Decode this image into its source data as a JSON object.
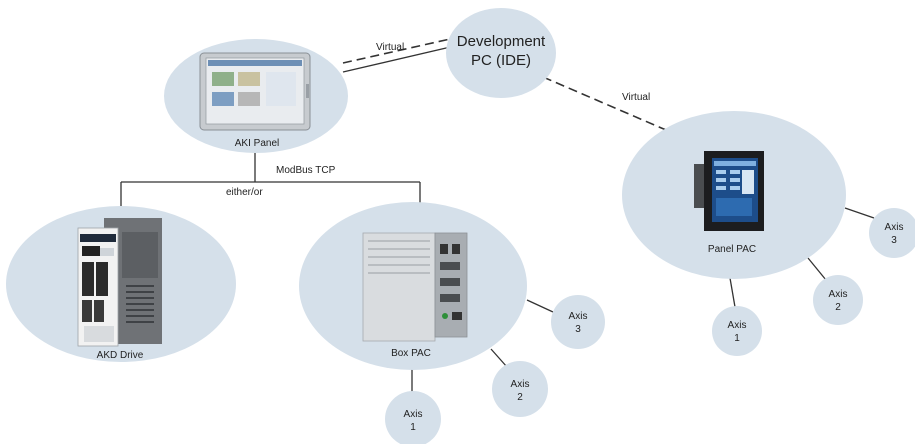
{
  "diagram": {
    "nodes": {
      "dev_pc": {
        "line1": "Development",
        "line2": "PC (IDE)"
      },
      "aki_panel": {
        "label": "AKI Panel"
      },
      "akd_drive": {
        "label": "AKD Drive"
      },
      "box_pac": {
        "label": "Box PAC"
      },
      "panel_pac": {
        "label": "Panel PAC"
      }
    },
    "edges": {
      "virtual_top": "Virtual",
      "virtual_right": "Virtual",
      "modbus": "ModBus TCP",
      "either_or": "either/or"
    },
    "axes": {
      "box": [
        {
          "word": "Axis",
          "num": "1"
        },
        {
          "word": "Axis",
          "num": "2"
        },
        {
          "word": "Axis",
          "num": "3"
        }
      ],
      "panel": [
        {
          "word": "Axis",
          "num": "1"
        },
        {
          "word": "Axis",
          "num": "2"
        },
        {
          "word": "Axis",
          "num": "3"
        }
      ]
    },
    "colors": {
      "bubble": "#d5e0ea",
      "line": "#333333",
      "text": "#222222"
    },
    "icons": [
      "hmi-panel-icon",
      "servo-drive-icon",
      "industrial-pc-icon",
      "panel-pc-icon"
    ]
  }
}
